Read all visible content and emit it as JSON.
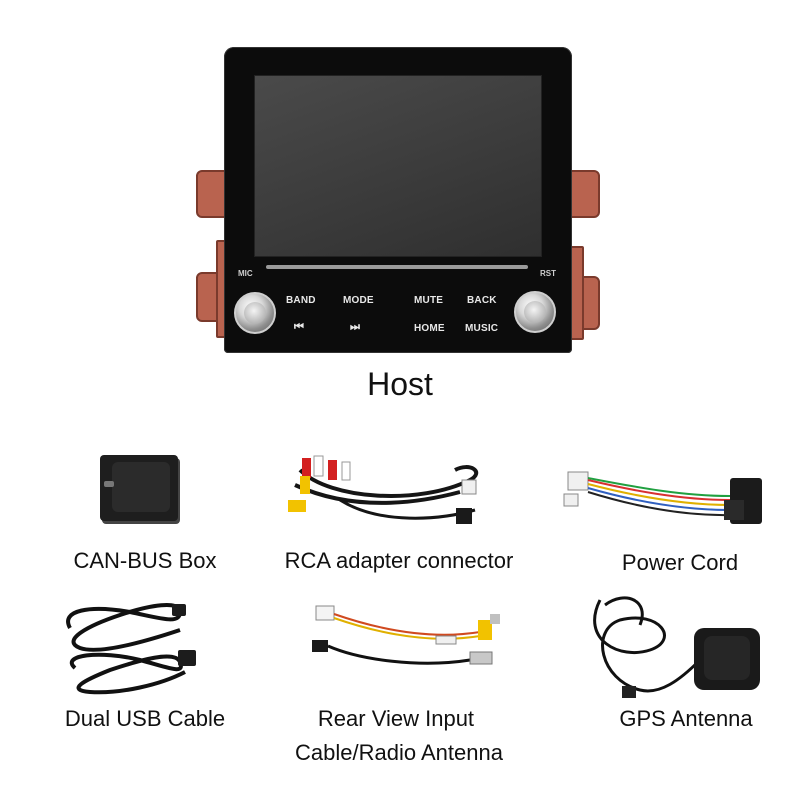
{
  "host": {
    "title": "Host",
    "buttons": {
      "mic": "MIC",
      "rst": "RST",
      "band": "BAND",
      "mode": "MODE",
      "mute": "MUTE",
      "back": "BACK",
      "prev": "⏮",
      "next": "⏭",
      "home": "HOME",
      "music": "MUSIC"
    }
  },
  "accessories": [
    {
      "label": "CAN-BUS Box"
    },
    {
      "label": "RCA adapter connector"
    },
    {
      "label": "Power Cord"
    },
    {
      "label": "Dual USB Cable"
    },
    {
      "label": "Rear View Input"
    },
    {
      "label": "Cable/Radio Antenna"
    },
    {
      "label": "GPS Antenna"
    }
  ],
  "colors": {
    "background": "#ffffff",
    "bracket": "#b9634f",
    "unit_body": "#0c0c0c",
    "rca_red": "#d32020",
    "rca_yellow": "#f2c200"
  }
}
